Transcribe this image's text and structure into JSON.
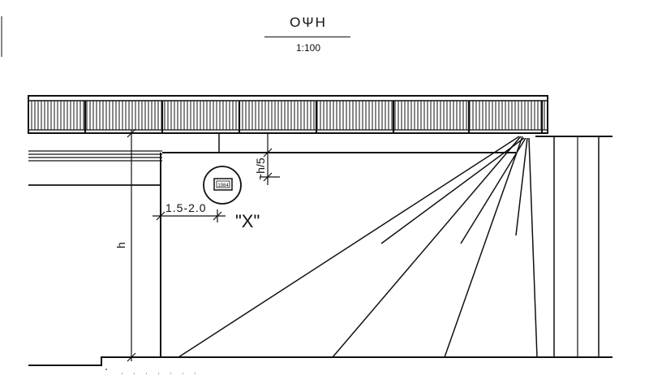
{
  "header": {
    "title": "ΟΨΗ",
    "scale": "1:100"
  },
  "dimensions": {
    "height_label": "h",
    "clearance_label": "~h/5",
    "offset_label": "1.5-2.0"
  },
  "plaque": {
    "year": "1984"
  },
  "detail_marker": {
    "label": "\"X\""
  }
}
